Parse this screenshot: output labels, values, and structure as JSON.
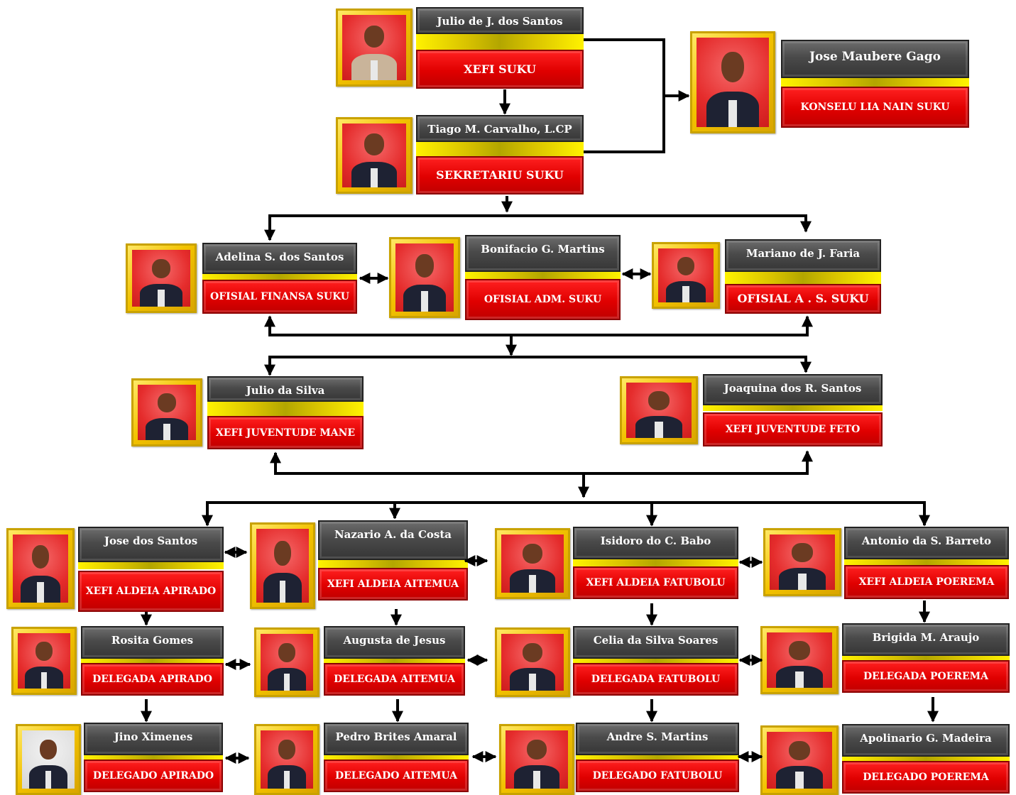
{
  "members": [
    {
      "id": "julio",
      "name": "Julio de J. dos Santos",
      "role": "XEFI SUKU"
    },
    {
      "id": "tiago",
      "name": "Tiago M. Carvalho, L.CP",
      "role": "SEKRETARIU SUKU"
    },
    {
      "id": "jose_m",
      "name": "Jose Maubere Gago",
      "role": "KONSELU LIA NAIN SUKU"
    },
    {
      "id": "adelina",
      "name": "Adelina S. dos Santos",
      "role": "OFISIAL FINANSA SUKU"
    },
    {
      "id": "bonifacio",
      "name": "Bonifacio G. Martins",
      "role": "OFISIAL ADM. SUKU"
    },
    {
      "id": "mariano",
      "name": "Mariano de J. Faria",
      "role": "OFISIAL  A . S.  SUKU"
    },
    {
      "id": "julio_s",
      "name": "Julio da Silva",
      "role": "XEFI JUVENTUDE MANE"
    },
    {
      "id": "joaquina",
      "name": "Joaquina dos R. Santos",
      "role": "XEFI JUVENTUDE FETO"
    },
    {
      "id": "jose_s",
      "name": "Jose dos Santos",
      "role": "XEFI ALDEIA APIRADO"
    },
    {
      "id": "nazario",
      "name": "Nazario A. da Costa",
      "role": "XEFI ALDEIA AITEMUA"
    },
    {
      "id": "isidoro",
      "name": "Isidoro do C. Babo",
      "role": "XEFI ALDEIA FATUBOLU"
    },
    {
      "id": "antonio",
      "name": "Antonio da S. Barreto",
      "role": "XEFI ALDEIA POEREMA"
    },
    {
      "id": "rosita",
      "name": "Rosita Gomes",
      "role": "DELEGADA APIRADO"
    },
    {
      "id": "augusta",
      "name": "Augusta de Jesus",
      "role": "DELEGADA AITEMUA"
    },
    {
      "id": "celia",
      "name": "Celia da Silva Soares",
      "role": "DELEGADA FATUBOLU"
    },
    {
      "id": "brigida",
      "name": "Brigida M. Araujo",
      "role": "DELEGADA POEREMA"
    },
    {
      "id": "jino",
      "name": "Jino Ximenes",
      "role": "DELEGADO APIRADO"
    },
    {
      "id": "pedro",
      "name": "Pedro Brites Amaral",
      "role": "DELEGADO AITEMUA"
    },
    {
      "id": "andre",
      "name": "Andre S. Martins",
      "role": "DELEGADO FATUBOLU"
    },
    {
      "id": "apolinario",
      "name": "Apolinario G. Madeira",
      "role": "DELEGADO POEREMA"
    }
  ],
  "colors": {
    "name_bar": "#4a4a4a",
    "gold_bar": "#f2e600",
    "role_bar": "#e00000",
    "photo_frame": "#f2c200",
    "photo_bg": "#e52c2c"
  }
}
